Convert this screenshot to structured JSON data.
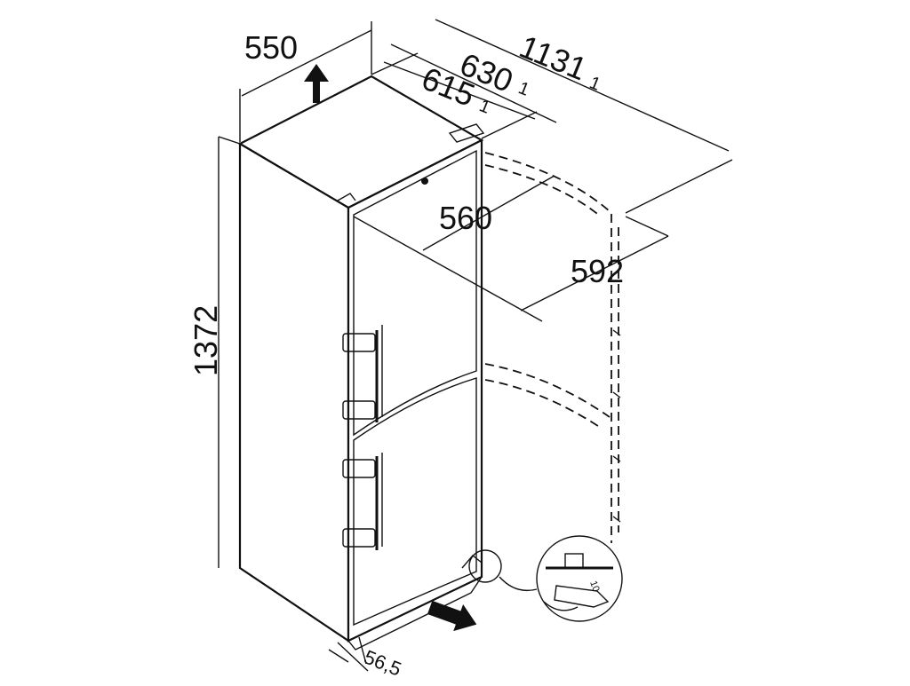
{
  "dimensions": {
    "width_top": "550",
    "depth_door": "630",
    "depth_door_note": "1",
    "depth_body": "615",
    "depth_body_note": "1",
    "depth_open": "1131",
    "depth_open_note": "1",
    "inner_width": "560",
    "open_width": "592",
    "height": "1372",
    "plinth": "56,5"
  },
  "detail": {
    "wrench_size": "10"
  }
}
